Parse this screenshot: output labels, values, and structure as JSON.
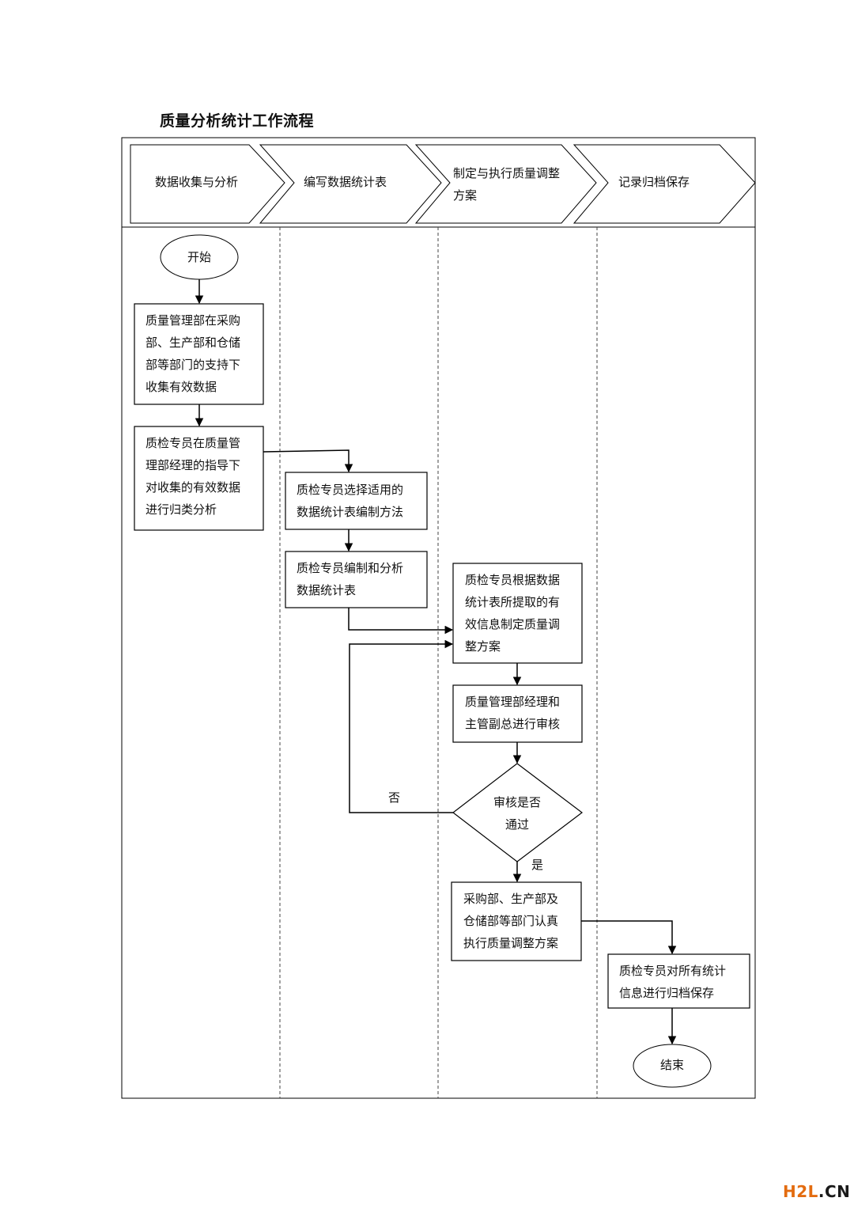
{
  "title": "质量分析统计工作流程",
  "lanes": [
    {
      "label": "数据收集与分析"
    },
    {
      "label": "编写数据统计表"
    },
    {
      "label": "制定与执行质量调整\n方案"
    },
    {
      "label": "记录归档保存"
    }
  ],
  "nodes": {
    "start": "开始",
    "collect": "质量管理部在采购\n部、生产部和仓储\n部等部门的支持下\n收集有效数据",
    "classify": "质检专员在质量管\n理部经理的指导下\n对收集的有效数据\n进行归类分析",
    "select_method": "质检专员选择适用的\n数据统计表编制方法",
    "compile": "质检专员编制和分析\n数据统计表",
    "make_plan": "质检专员根据数据\n统计表所提取的有\n效信息制定质量调\n整方案",
    "review": "质量管理部经理和\n主管副总进行审核",
    "decision": "审核是否\n通过",
    "execute": "采购部、生产部及\n仓储部等部门认真\n执行质量调整方案",
    "archive": "质检专员对所有统计\n信息进行归档保存",
    "end": "结束"
  },
  "edge_labels": {
    "no": "否",
    "yes": "是"
  },
  "watermark": {
    "brand": "H2L",
    "suffix": ".CN",
    "brand_color": "#e36c10"
  }
}
